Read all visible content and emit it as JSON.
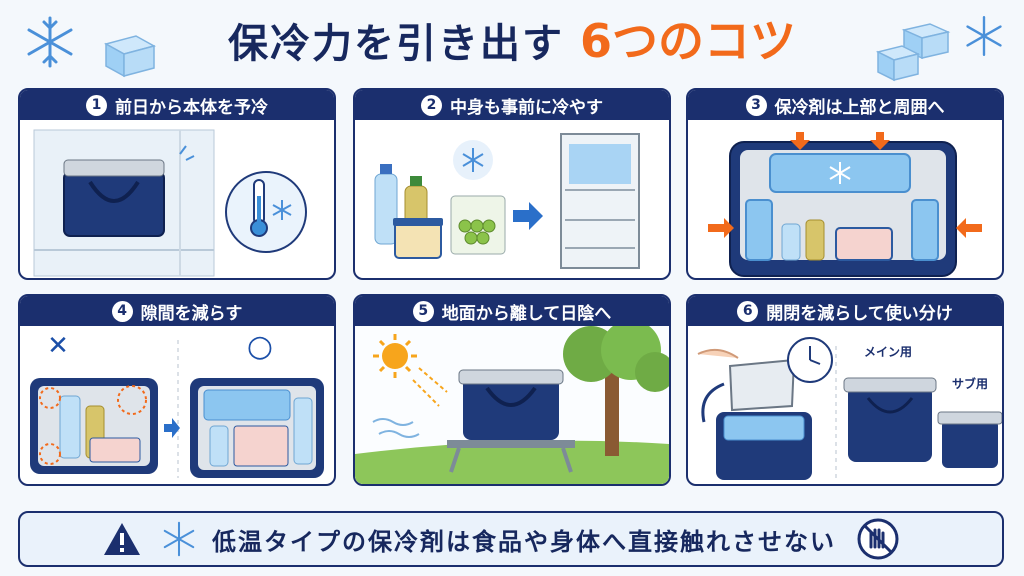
{
  "title": {
    "main": "保冷力を引き出す",
    "accent": "6つのコツ"
  },
  "colors": {
    "navy": "#1b2f6e",
    "orange": "#f26a1b",
    "ice": "#8cc6f0"
  },
  "tips": [
    {
      "num": "1",
      "label": "前日から本体を予冷"
    },
    {
      "num": "2",
      "label": "中身も事前に冷やす"
    },
    {
      "num": "3",
      "label": "保冷剤は上部と周囲へ"
    },
    {
      "num": "4",
      "label": "隙間を減らす"
    },
    {
      "num": "5",
      "label": "地面から離して日陰へ"
    },
    {
      "num": "6",
      "label": "開閉を減らして使い分け"
    }
  ],
  "tip4": {
    "bad_mark": "✕",
    "good_mark": "○"
  },
  "tip6": {
    "main_label": "メイン用",
    "sub_label": "サブ用"
  },
  "warning": {
    "text": "低温タイプの保冷剤は食品や身体へ直接触れさせない",
    "icon": "warning-triangle-icon",
    "no_touch_icon": "no-touch-icon"
  }
}
